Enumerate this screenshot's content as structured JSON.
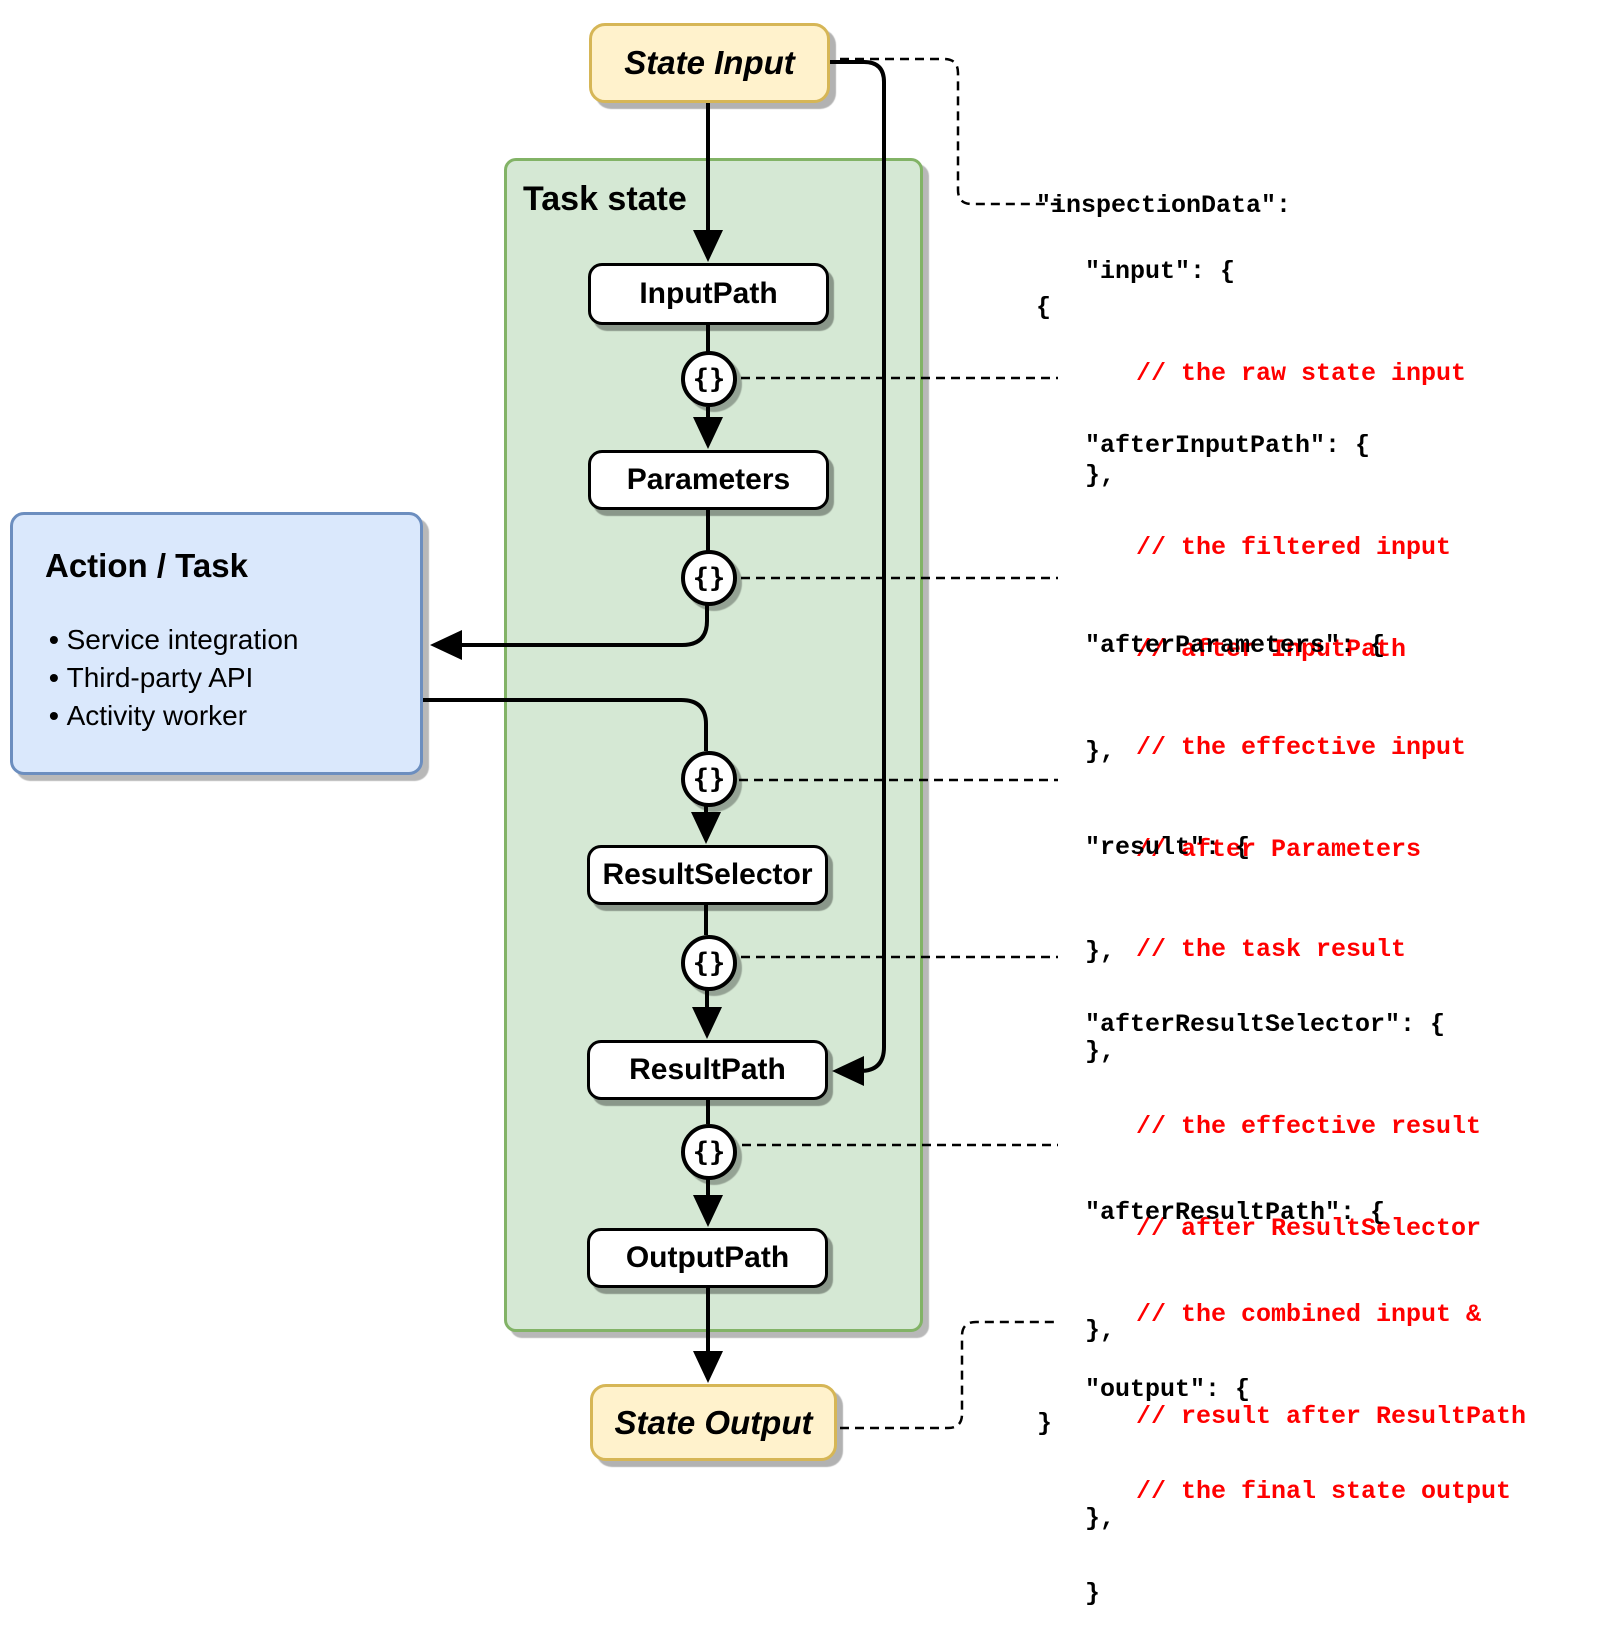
{
  "diagram": {
    "state_input_label": "State Input",
    "state_output_label": "State Output",
    "task_state_label": "Task state",
    "inspector_symbol": "{}",
    "flow_nodes": [
      "InputPath",
      "Parameters",
      "ResultSelector",
      "ResultPath",
      "OutputPath"
    ],
    "action_box": {
      "title": "Action / Task",
      "bullets": [
        "Service integration",
        "Third-party API",
        "Activity worker"
      ]
    }
  },
  "code": {
    "header_line": "\"inspectionData\":",
    "open_brace": "{",
    "final_brace": "}",
    "sections": [
      {
        "key": "\"input\": {",
        "comments": [
          "// the raw state input"
        ],
        "close": "},"
      },
      {
        "key": "\"afterInputPath\": {",
        "comments": [
          "// the filtered input",
          "// after InputPath"
        ],
        "close": "},"
      },
      {
        "key": "\"afterParameters\": {",
        "comments": [
          "// the effective input",
          "// after Parameters"
        ],
        "close": "},"
      },
      {
        "key": "\"result\": {",
        "comments": [
          "// the task result"
        ],
        "close": "},"
      },
      {
        "key": "\"afterResultSelector\": {",
        "comments": [
          "// the effective result",
          "// after ResultSelector"
        ],
        "close": "},"
      },
      {
        "key": "\"afterResultPath\": {",
        "comments": [
          "// the combined input &",
          "// result after ResultPath"
        ],
        "close": "},"
      },
      {
        "key": "\"output\": {",
        "comments": [
          "// the final state output"
        ],
        "close": "}"
      }
    ]
  },
  "colors": {
    "state_fill": "#FFF2CC",
    "state_stroke": "#D6B656",
    "panel_fill": "#D5E8D4",
    "panel_stroke": "#82B366",
    "action_fill": "#DAE8FC",
    "action_stroke": "#6C8EBF",
    "node_fill": "#FFFFFF",
    "line_color": "#000000",
    "comment_color": "#FF0000"
  }
}
